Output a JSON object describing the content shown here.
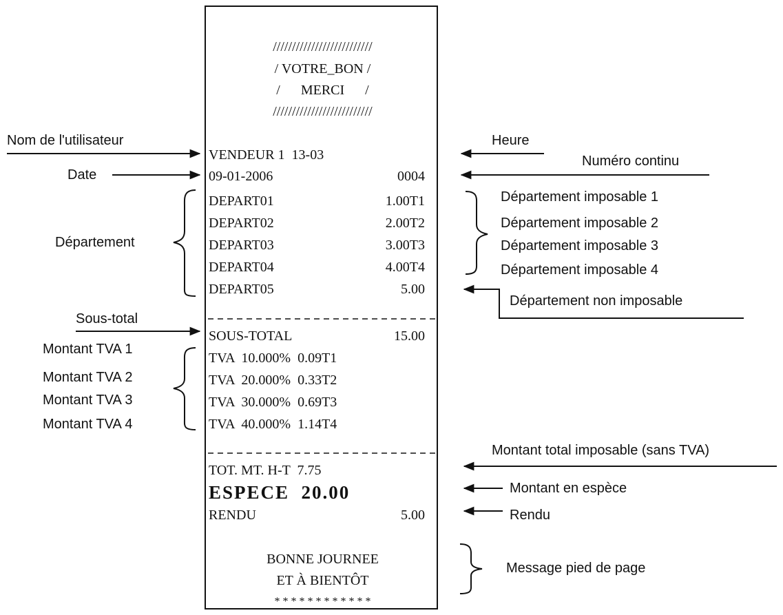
{
  "receipt": {
    "header": [
      "//////////////////////////",
      "/ VOTRE_BON /",
      "/      MERCI      /",
      "//////////////////////////"
    ],
    "vendor_line": "VENDEUR 1  13-03",
    "date": "09-01-2006",
    "number": "0004",
    "departments": [
      {
        "name": "DEPART01",
        "amount": "1.00T1"
      },
      {
        "name": "DEPART02",
        "amount": "2.00T2"
      },
      {
        "name": "DEPART03",
        "amount": "3.00T3"
      },
      {
        "name": "DEPART04",
        "amount": "4.00T4"
      },
      {
        "name": "DEPART05",
        "amount": "5.00"
      }
    ],
    "subtotal_label": "SOUS-TOTAL",
    "subtotal_value": "15.00",
    "tva_lines": [
      "TVA  10.000%  0.09T1",
      "TVA  20.000%  0.33T2",
      "TVA  30.000%  0.69T3",
      "TVA  40.000%  1.14T4"
    ],
    "tot_line": "TOT. MT. H-T  7.75",
    "espece_line": "ESPECE  20.00",
    "rendu_label": "RENDU",
    "rendu_value": "5.00",
    "footer": [
      "BONNE JOURNEE",
      "ET À BIENTÔT",
      "* * * * * * * * * * * *"
    ]
  },
  "labels": {
    "user_name": "Nom de l'utilisateur",
    "date": "Date",
    "department": "Département",
    "subtotal": "Sous-total",
    "tva_amounts": [
      "Montant TVA 1",
      "Montant TVA 2",
      "Montant TVA 3",
      "Montant TVA 4"
    ],
    "hour": "Heure",
    "continuous_number": "Numéro continu",
    "taxable_departments": [
      "Département imposable 1",
      "Département imposable 2",
      "Département imposable 3",
      "Département imposable 4"
    ],
    "non_taxable": "Département non imposable",
    "total_taxable": "Montant total imposable (sans TVA)",
    "cash_amount": "Montant en espèce",
    "change": "Rendu",
    "footer_message": "Message pied de page"
  }
}
